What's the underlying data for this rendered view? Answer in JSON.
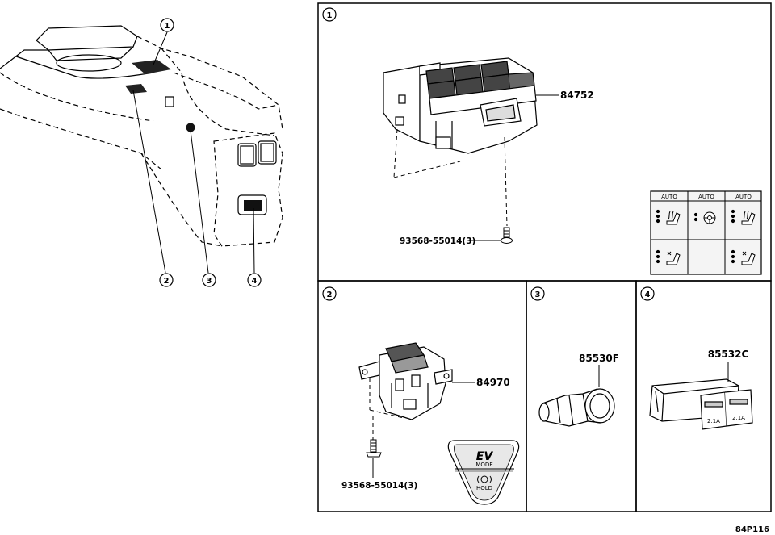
{
  "callouts": [
    "1",
    "2",
    "3",
    "4"
  ],
  "panel1": {
    "id": "1",
    "part_switch": "84752",
    "part_screw": "93568-55014(3)",
    "detail_auto_labels": [
      "AUTO",
      "AUTO",
      "AUTO"
    ]
  },
  "panel2": {
    "id": "2",
    "part_switch": "84970",
    "part_screw": "93568-55014(3)",
    "detail_ev_label": "EV",
    "detail_mode_label": "MODE",
    "detail_hold_label": "HOLD"
  },
  "panel3": {
    "id": "3",
    "part": "85530F"
  },
  "panel4": {
    "id": "4",
    "part": "85532C",
    "usb_labels": [
      "2.1A",
      "2.1A"
    ]
  },
  "figure_ref": "84P116"
}
